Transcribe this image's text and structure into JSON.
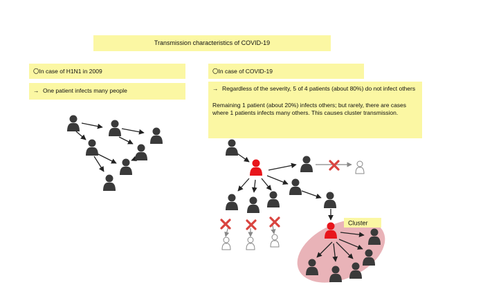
{
  "title": "Transmission characteristics of COVID-19",
  "h1n1": {
    "heading": "〇In case of H1N1 in 2009",
    "arrow": "→",
    "note": "One patient infects many people"
  },
  "covid": {
    "heading": "〇In case of COVID-19",
    "arrow": "→",
    "note1": "Regardless of the severity, 5 of 4 patients (about 80%) do not infect others",
    "note2": "Remaining 1 patient (about 20%) infects others; but rarely, there are cases where 1 patients infects many others. This causes cluster transmission.",
    "cluster_label": "Cluster"
  },
  "colors": {
    "note_bg": "#fbf7a3",
    "person": "#3a3a3a",
    "infector": "#e8151b",
    "cross": "#d9443f",
    "cluster": "#e9b3b8"
  }
}
